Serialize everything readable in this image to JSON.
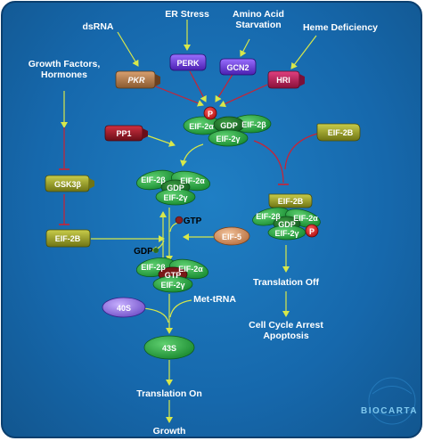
{
  "labels": {
    "dsrna": "dsRNA",
    "er_stress": "ER Stress",
    "amino_acid_1": "Amino Acid",
    "amino_acid_2": "Starvation",
    "heme": "Heme Deficiency",
    "growth_1": "Growth Factors,",
    "growth_2": "Hormones",
    "translation_off": "Translation Off",
    "cell_cycle_1": "Cell Cycle Arrest",
    "cell_cycle_2": "Apoptosis",
    "translation_on": "Translation On",
    "growth": "Growth",
    "met_trna": "Met-tRNA"
  },
  "molecules": {
    "pkr": "PKR",
    "perk": "PERK",
    "gcn2": "GCN2",
    "hri": "HRI",
    "pp1": "PP1",
    "eif2b_right": "EIF-2B",
    "eif2b_inhib": "EIF-2B",
    "eif2b_left": "EIF-2B",
    "gsk3b": "GSK3β",
    "eif5": "EIF-5",
    "s40": "40S",
    "s43": "43S",
    "phospho": "P",
    "gtp_free": "GTP",
    "gdp_free": "GDP"
  },
  "complexes": {
    "top": {
      "alpha": "EIF-2α",
      "beta": "EIF-2β",
      "gamma": "EIF-2γ",
      "nucleotide": "GDP"
    },
    "mid": {
      "alpha": "EIF-2α",
      "beta": "EIF-2β",
      "gamma": "EIF-2γ",
      "nucleotide": "GDP"
    },
    "right": {
      "alpha": "EIF-2α",
      "beta": "EIF-2β",
      "gamma": "EIF-2γ",
      "nucleotide": "GDP"
    },
    "low": {
      "alpha": "EIF-2α",
      "beta": "EIF-2β",
      "gamma": "EIF-2γ",
      "nucleotide": "GTP"
    }
  },
  "brand": "BIOCARTA",
  "colors": {
    "background": "#1668ac",
    "arrow": "#d8e84a",
    "inhibit": "#cc2233",
    "green": "#2aa845",
    "olive": "#9aa024",
    "kinase_purple": "#6a3ad8",
    "kinase_red": "#c0205a",
    "pp1": "#a01e2a",
    "eif5": "#d9956a",
    "s40": "#9a7ae0",
    "s43": "#2fa84a"
  }
}
